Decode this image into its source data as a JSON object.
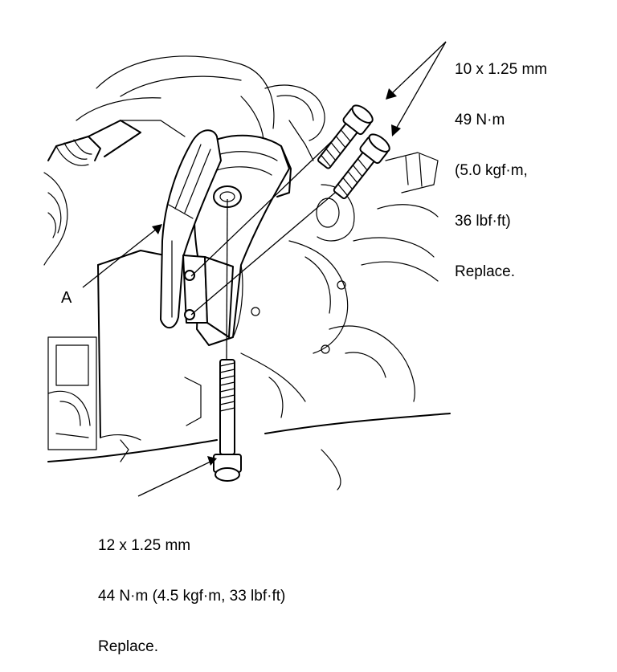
{
  "callouts": {
    "upper_bolts": {
      "line1": "10 x 1.25 mm",
      "line2": "49 N·m",
      "line3": "(5.0 kgf·m,",
      "line4": "36 lbf·ft)",
      "line5": "Replace."
    },
    "lower_bolt": {
      "line1": "12 x 1.25 mm",
      "line2": "44 N·m (4.5 kgf·m, 33 lbf·ft)",
      "line3": "Replace."
    },
    "bracket": {
      "label": "A"
    }
  }
}
